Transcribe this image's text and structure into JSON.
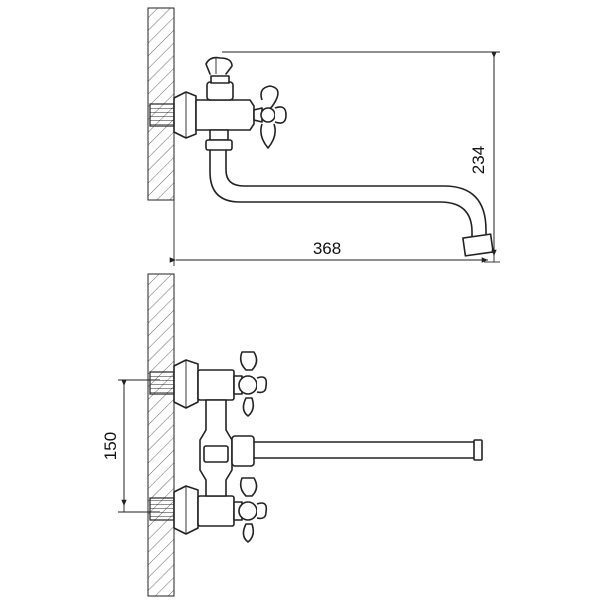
{
  "drawing": {
    "views": [
      "side-view",
      "front-view"
    ],
    "dimensions": {
      "height": "234",
      "reach": "368",
      "center_distance": "150"
    }
  }
}
